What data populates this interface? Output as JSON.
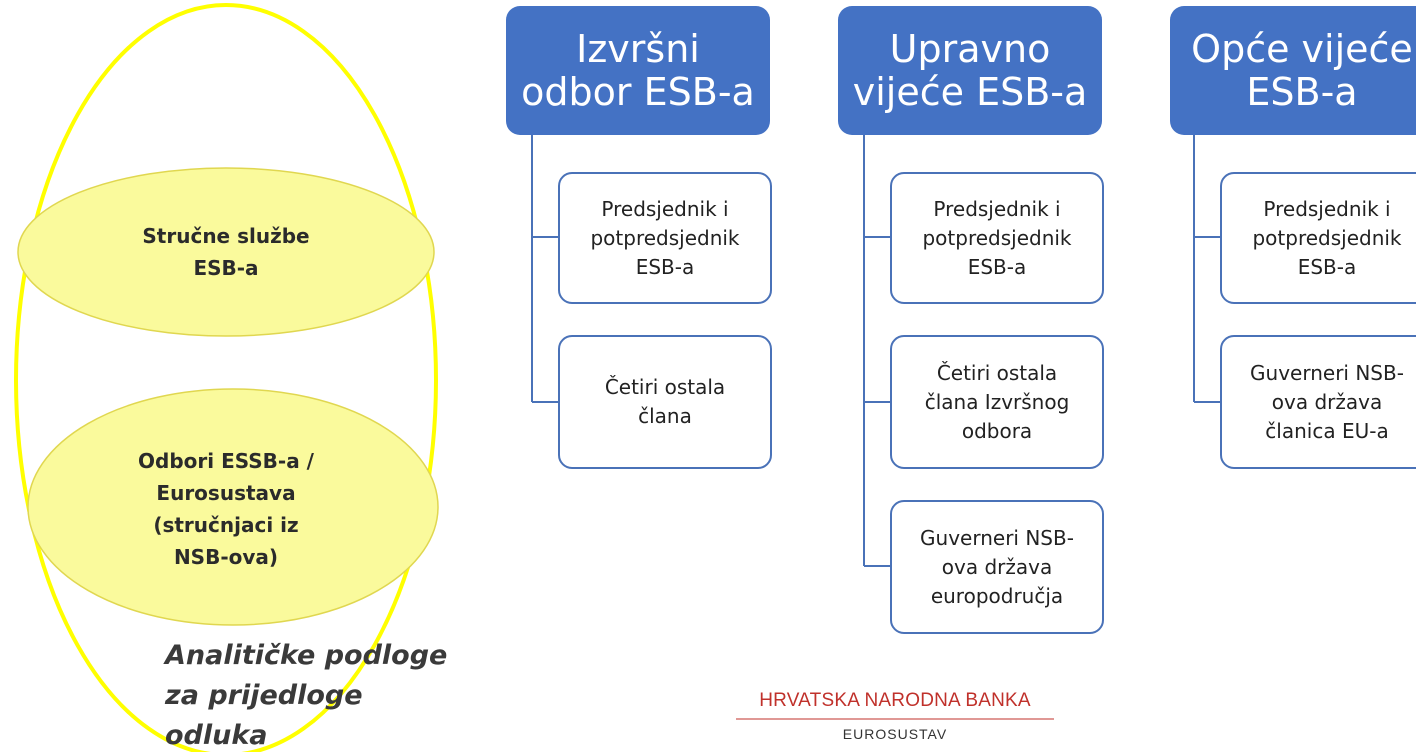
{
  "colors": {
    "header_blue": "#4472c4",
    "child_border": "#4a72b8",
    "ellipse_yellow": "#ffff00",
    "bubble_fill": "#fafa9c",
    "bubble_stroke": "#e0d750",
    "brand_red": "#c0312b"
  },
  "left": {
    "bubble_1": "Stručne službe\nESB-a",
    "bubble_2": "Odbori ESSB-a /\nEurosustava\n(stručnjaci iz\nNSB-ova)",
    "note": "Analitičke podloge\nza prijedloge\nodluka"
  },
  "columns": [
    {
      "header": "Izvršni\nodbor ESB-a",
      "children": [
        "Predsjednik i\npotpredsjednik\nESB-a",
        "Četiri ostala\nčlana"
      ]
    },
    {
      "header": "Upravno\nvijeće ESB-a",
      "children": [
        "Predsjednik i\npotpredsjednik\nESB-a",
        "Četiri ostala\nčlana Izvršnog\nodbora",
        "Guverneri NSB-\nova država\neuropodručja"
      ]
    },
    {
      "header": "Opće vijeće\nESB-a",
      "children": [
        "Predsjednik i\npotpredsjednik\nESB-a",
        "Guverneri NSB-\nova država\nčlanica EU-a"
      ]
    }
  ],
  "brand": {
    "name": "HRVATSKA NARODNA BANKA",
    "sub": "EUROSUSTAV"
  }
}
